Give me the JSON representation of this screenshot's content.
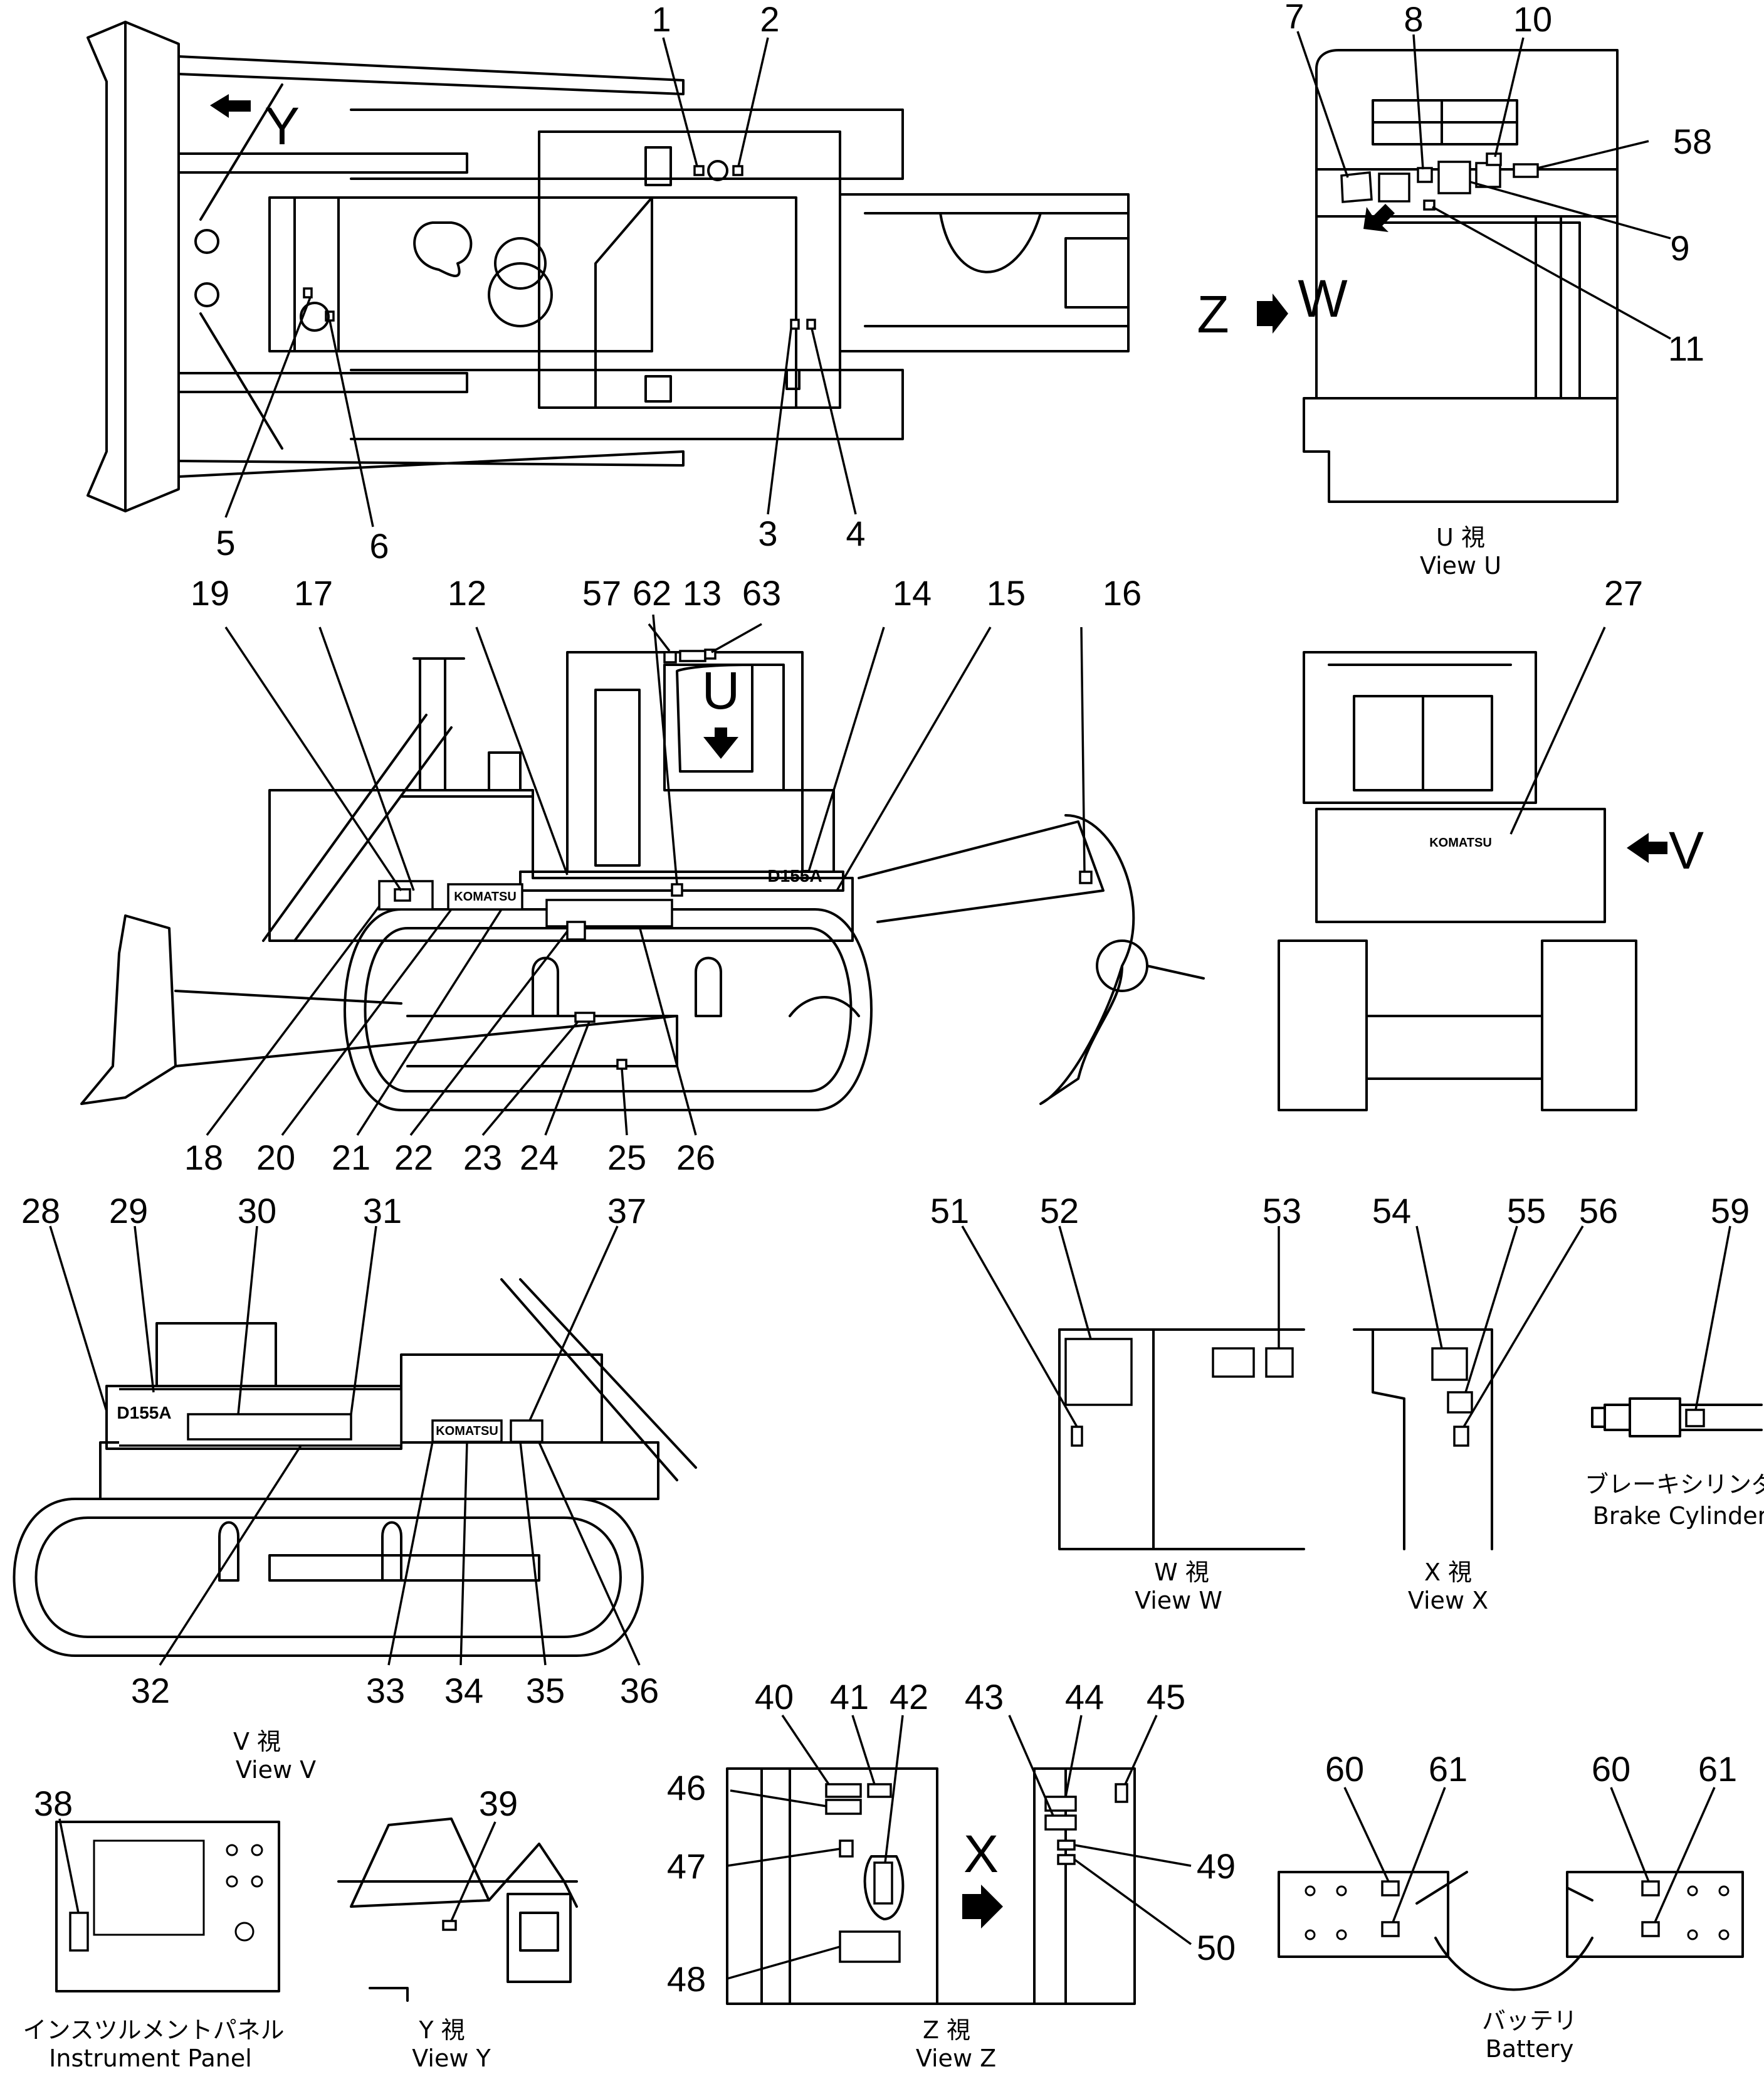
{
  "captions": {
    "view_u_jp": "U 視",
    "view_u_en": "View U",
    "view_v_jp": "V 視",
    "view_v_en": "View V",
    "view_w_jp": "W 視",
    "view_w_en": "View W",
    "view_x_jp": "X 視",
    "view_x_en": "View X",
    "view_y_jp": "Y 視",
    "view_y_en": "View Y",
    "view_z_jp": "Z 視",
    "view_z_en": "View Z",
    "brake_jp": "ブレーキシリンダ",
    "brake_en": "Brake Cylinder",
    "panel_jp": "インスツルメントパネル",
    "panel_en": "Instrument Panel",
    "battery_jp": "バッテリ",
    "battery_en": "Battery"
  },
  "view_arrows": {
    "y": "Y",
    "z": "Z",
    "w": "W",
    "u": "U",
    "v": "V",
    "x": "X"
  },
  "decal_text": {
    "komatsu": "KOMATSU",
    "model": "D155A"
  },
  "callouts": {
    "c1": "1",
    "c2": "2",
    "c3": "3",
    "c4": "4",
    "c5": "5",
    "c6": "6",
    "c7": "7",
    "c8": "8",
    "c9": "9",
    "c10": "10",
    "c11": "11",
    "c12": "12",
    "c13": "13",
    "c14": "14",
    "c15": "15",
    "c16": "16",
    "c17": "17",
    "c18": "18",
    "c19": "19",
    "c20": "20",
    "c21": "21",
    "c22": "22",
    "c23": "23",
    "c24": "24",
    "c25": "25",
    "c26": "26",
    "c27": "27",
    "c28": "28",
    "c29": "29",
    "c30": "30",
    "c31": "31",
    "c32": "32",
    "c33": "33",
    "c34": "34",
    "c35": "35",
    "c36": "36",
    "c37": "37",
    "c38": "38",
    "c39": "39",
    "c40": "40",
    "c41": "41",
    "c42": "42",
    "c43": "43",
    "c44": "44",
    "c45": "45",
    "c46": "46",
    "c47": "47",
    "c48": "48",
    "c49": "49",
    "c50": "50",
    "c51": "51",
    "c52": "52",
    "c53": "53",
    "c54": "54",
    "c55": "55",
    "c56": "56",
    "c57": "57",
    "c58": "58",
    "c59": "59",
    "c60a": "60",
    "c61a": "61",
    "c60b": "60",
    "c61b": "61",
    "c62": "62",
    "c63": "63"
  }
}
